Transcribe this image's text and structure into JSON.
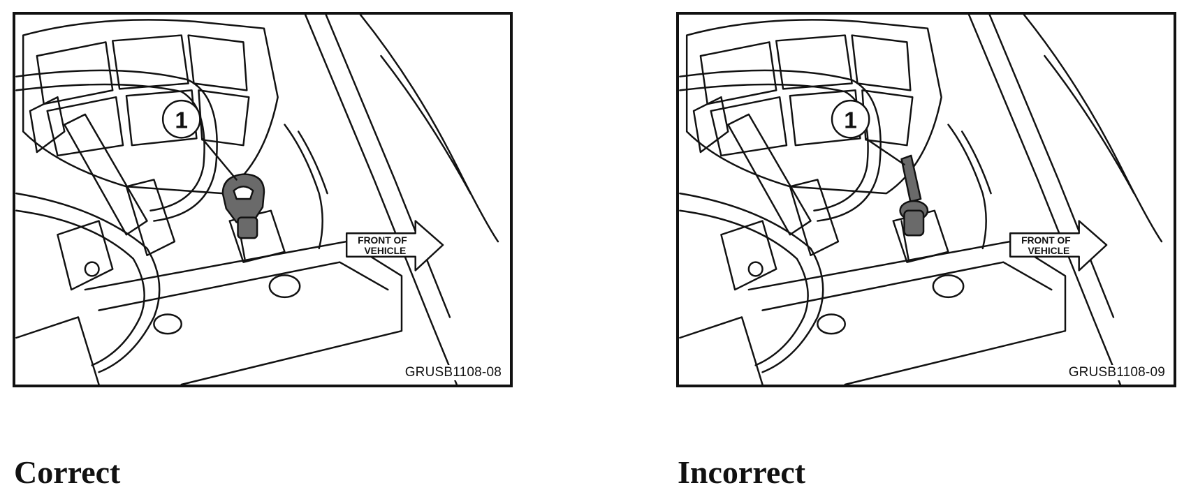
{
  "figures": [
    {
      "callout": "1",
      "arrow_label_line1": "FRONT OF",
      "arrow_label_line2": "VEHICLE",
      "code": "GRUSB1108-08",
      "caption": "Correct",
      "plug_state": "seated"
    },
    {
      "callout": "1",
      "arrow_label_line1": "FRONT OF",
      "arrow_label_line2": "VEHICLE",
      "code": "GRUSB1108-09",
      "caption": "Incorrect",
      "plug_state": "not-seated"
    }
  ],
  "colors": {
    "line": "#111111",
    "plug_fill": "#6a6a6a",
    "background": "#ffffff"
  }
}
